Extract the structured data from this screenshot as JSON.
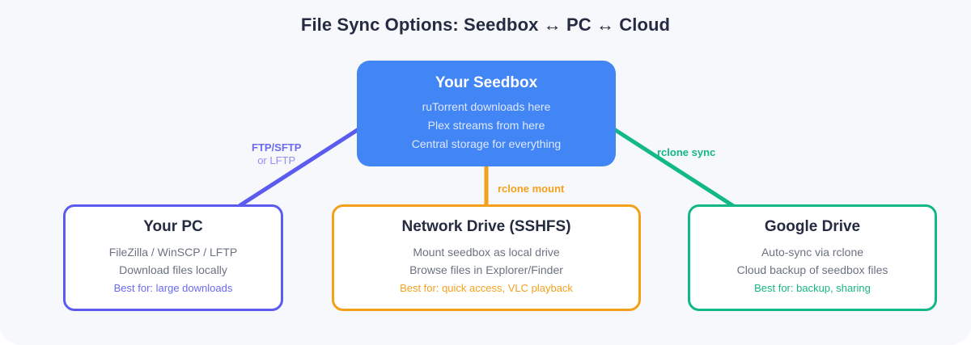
{
  "title": "File Sync Options: Seedbox ↔ PC ↔ Cloud",
  "colors": {
    "background": "#f7f8fc",
    "seedbox_fill": "#4285f4",
    "pc_accent": "#5b5bef",
    "network_accent": "#f3a11b",
    "gdrive_accent": "#12b886",
    "body_text": "#6b7280",
    "title_text": "#252c41"
  },
  "nodes": {
    "seedbox": {
      "title": "Your Seedbox",
      "lines": [
        "ruTorrent downloads here",
        "Plex streams from here",
        "Central storage for everything"
      ]
    },
    "pc": {
      "title": "Your PC",
      "lines": [
        "FileZilla / WinSCP / LFTP",
        "Download files locally"
      ],
      "best_for": "Best for: large downloads"
    },
    "network": {
      "title": "Network Drive (SSHFS)",
      "lines": [
        "Mount seedbox as local drive",
        "Browse files in Explorer/Finder"
      ],
      "best_for": "Best for: quick access, VLC playback"
    },
    "gdrive": {
      "title": "Google Drive",
      "lines": [
        "Auto-sync via rclone",
        "Cloud backup of seedbox files"
      ],
      "best_for": "Best for: backup, sharing"
    }
  },
  "edges": {
    "seedbox_to_pc": {
      "label": "FTP/SFTP",
      "sublabel": "or LFTP",
      "color": "#5b5bef"
    },
    "seedbox_to_network": {
      "label": "rclone mount",
      "color": "#f3a11b"
    },
    "seedbox_to_gdrive": {
      "label": "rclone sync",
      "color": "#12b886"
    }
  }
}
